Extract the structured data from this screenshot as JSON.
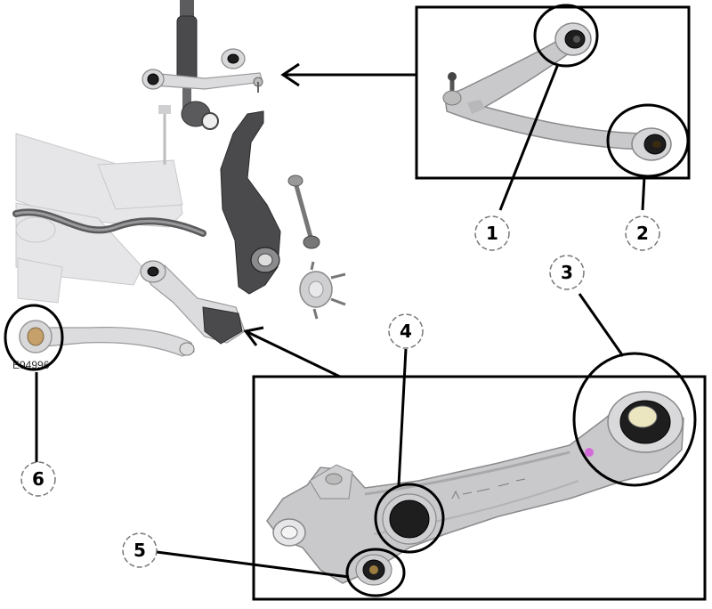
{
  "figure_code": "E94996",
  "callouts": [
    {
      "id": "1",
      "label": "1"
    },
    {
      "id": "2",
      "label": "2"
    },
    {
      "id": "3",
      "label": "3"
    },
    {
      "id": "4",
      "label": "4"
    },
    {
      "id": "5",
      "label": "5"
    },
    {
      "id": "6",
      "label": "6"
    }
  ],
  "colors": {
    "frame": "#000000",
    "metal": "#c9c9cb",
    "ghost_parts": "#e6e6e8",
    "bushing": "#1e1e1f",
    "knuckle": "#4a4a4c"
  }
}
